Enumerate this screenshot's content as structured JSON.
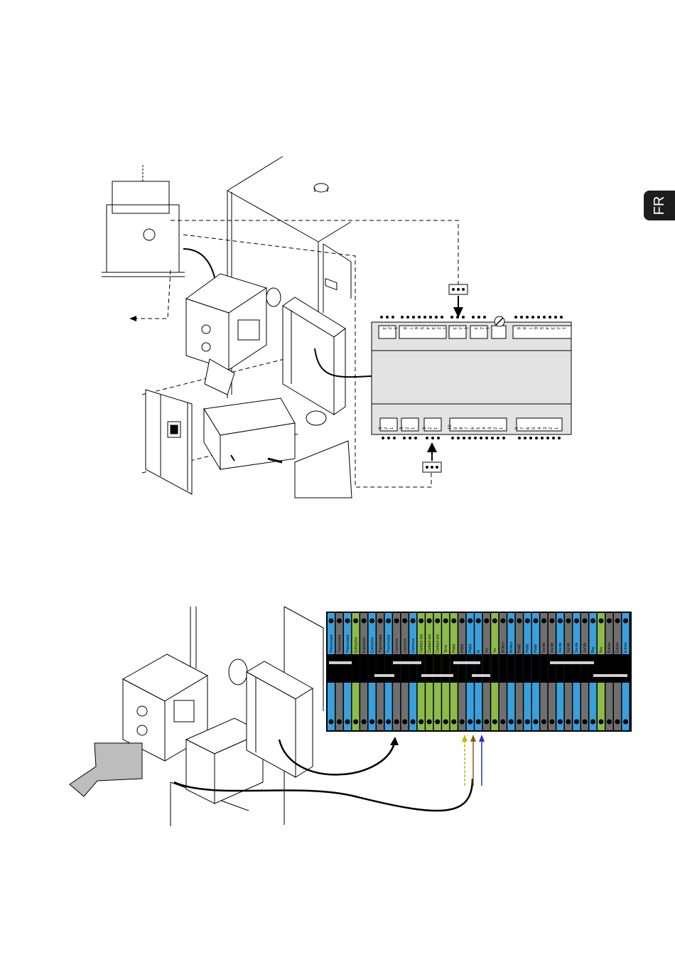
{
  "page": {
    "language_tab": "FR"
  },
  "controller_top": {
    "groups": [
      {
        "pins": [
          "3",
          "2",
          "1"
        ]
      },
      {
        "pins": [
          "8",
          "7",
          "6",
          "5",
          "4",
          "3",
          "2",
          "1"
        ]
      },
      {
        "pins": [
          "3",
          "2",
          "1"
        ]
      },
      {
        "pins": [
          "3",
          "2",
          "1"
        ]
      },
      {
        "pins": []
      },
      {
        "pins": [
          "9",
          "8",
          "7",
          "6",
          "5",
          "4",
          "3",
          "2",
          "1"
        ]
      }
    ]
  },
  "controller_bottom": {
    "groups": [
      {
        "pins": [
          "3",
          "2",
          "1"
        ]
      },
      {
        "pins": [
          "3",
          "2",
          "1"
        ]
      },
      {
        "pins": [
          "3",
          "2",
          "1"
        ]
      },
      {
        "pins": [
          "10",
          "9",
          "8",
          "7",
          "6",
          "5",
          "4",
          "3",
          "2",
          "1"
        ]
      },
      {
        "pins": [
          "8",
          "7",
          "6",
          "5",
          "4",
          "3",
          "2",
          "1"
        ]
      }
    ]
  },
  "terminal_block": {
    "labels": [
      "Thermostat",
      "Thermostat",
      "Thermostat",
      "Extraction",
      "Extraction",
      "Extraction",
      "Thermostat",
      "Thermostat",
      "Commun",
      "Commun",
      "Commun",
      "Contact sec",
      "Contact sec",
      "Contact sec",
      "Terre",
      "Pellet",
      "Pellet",
      "Pellet",
      "N",
      "Vis",
      "Vis",
      "Brûleur",
      "Brûleur",
      "PWM",
      "PWM",
      "PWM",
      "Sonde",
      "Sonde",
      "Sonde",
      "Sonde",
      "Sonde",
      "Sonde",
      "Boy",
      "Boy",
      "Entrée",
      "Entrée",
      "Entrée"
    ]
  }
}
